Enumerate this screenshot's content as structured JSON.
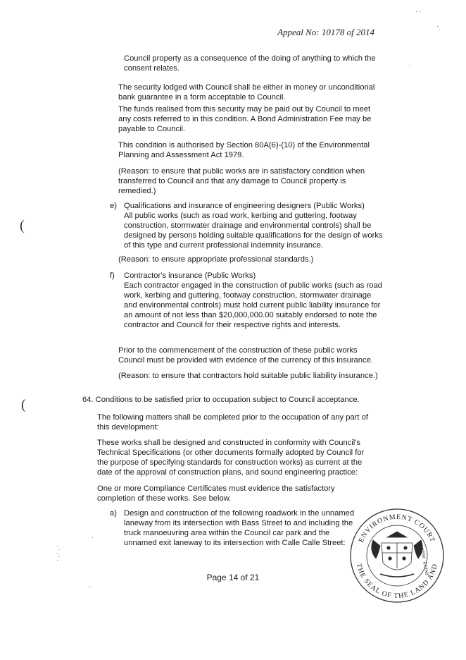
{
  "header": {
    "appeal_no": "Appeal No:  10178 of 2014"
  },
  "body": {
    "p_council_property": "Council property as a consequence of the doing of anything to which the consent relates.",
    "p_security": "The security lodged with Council shall be either in money or unconditional bank guarantee in a form acceptable to Council.",
    "p_funds": "The funds realised from this security may be paid out by Council to meet any costs referred to in this condition. A Bond Administration Fee may be payable to Council.",
    "p_authorised": "This condition is authorised by Section 80A(6)-(10) of the Environmental Planning and Assessment Act 1979.",
    "p_reason_public_works": "(Reason: to ensure that public works are in satisfactory condition when transferred to Council and that any damage to Council property is remedied.)",
    "item_e": {
      "label": "e)",
      "title": "Qualifications and insurance of engineering designers (Public Works)",
      "text": "All public works (such as road work, kerbing and guttering, footway construction, stormwater drainage and environmental controls) shall be designed by persons holding suitable qualifications for the design of works of this type and current professional indemnity insurance.",
      "reason": "(Reason: to ensure appropriate professional standards.)"
    },
    "item_f": {
      "label": "f)",
      "title": "Contractor's insurance (Public Works)",
      "text": "Each contractor engaged in the construction of public works (such as road work, kerbing and guttering, footway construction, stormwater drainage and environmental controls) must hold current public liability insurance for an amount of not less than $20,000,000.00 suitably endorsed to note the contractor and Council for their respective rights and interests.",
      "prior": "Prior to the commencement of the construction of these public works Council must be provided with evidence of the currency of this insurance.",
      "reason": "(Reason: to ensure that contractors hold suitable public liability insurance.)"
    },
    "cond64": {
      "heading": "64. Conditions to be satisfied prior to occupation subject to Council acceptance.",
      "p1": "The following matters shall be completed prior to the occupation of any part of this development:",
      "p2": "These works shall be designed and constructed in conformity with Council's Technical Specifications (or other documents formally adopted by Council for the purpose of specifying standards for construction works) as current at the date of the approval of construction plans, and sound engineering practice:",
      "p3": "One or more Compliance Certificates must evidence the satisfactory completion of these works. See below.",
      "item_a": {
        "label": "a)",
        "text": "Design and construction of the following roadwork in the unnamed laneway from its intersection with Bass Street to and including the truck manoeuvring area within the Council car park and the unnamed exit laneway to its intersection with Calle Calle Street:"
      }
    }
  },
  "seal": {
    "text_top": "ENVIRONMENT COURT",
    "text_bottom": "THE SEAL OF THE LAND AND",
    "text_inner": "NSW · ESTAB"
  },
  "footer": {
    "page": "Page 14 of 21"
  }
}
